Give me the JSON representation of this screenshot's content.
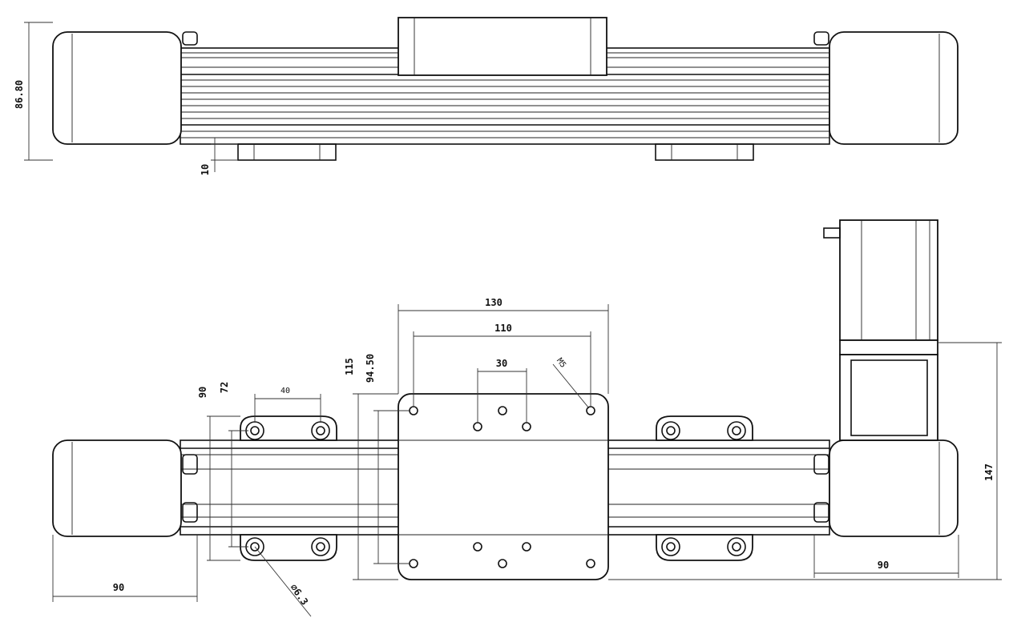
{
  "dimensions": {
    "front_height": "86.80",
    "foot_height": "10",
    "carriage_width": "130",
    "carriage_hole_spacing": "110",
    "center_hole_spacing": "30",
    "thread": "M5",
    "carriage_length": "115",
    "carriage_hole_length": "94.50",
    "foot_outer": "90",
    "foot_inner": "72",
    "foot_hole_spacing": "40",
    "hole_diameter": "∅6.3",
    "end_left": "90",
    "end_right": "90",
    "overall_height": "147"
  }
}
